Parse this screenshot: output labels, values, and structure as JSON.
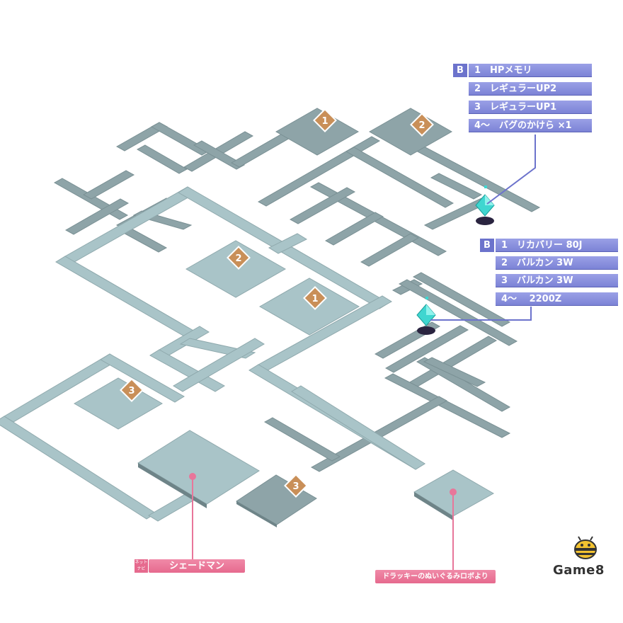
{
  "colors": {
    "dark_floor": "#8ea4a8",
    "light_floor": "#a9c4c8",
    "floor_edge": "#6e8488",
    "marker_bg": "#c98f58",
    "label_blue": "#8088d8",
    "label_pink": "#e8769a",
    "crystal": "#3fd6d0"
  },
  "map": {
    "area_markers_dark": [
      "1",
      "2",
      "3"
    ],
    "area_markers_light": [
      "1",
      "2",
      "3"
    ]
  },
  "item_lists": [
    {
      "badge": "B",
      "items": [
        "1　HPメモリ",
        "2　レギュラーUP2",
        "3　レギュラーUP1",
        "4～　バグのかけら ×1"
      ]
    },
    {
      "badge": "B",
      "items": [
        "1　リカバリー 80J",
        "2　バルカン 3W",
        "3　バルカン 3W",
        "4～　 2200Z"
      ]
    }
  ],
  "callouts": {
    "navi_tag": [
      "ネット",
      "ナビ"
    ],
    "shademan": "シェードマン",
    "trakkie": "ドラッキーのぬいぐるみロボより"
  },
  "logo": {
    "text": "Game8",
    "icon": "bee-mascot-icon"
  }
}
